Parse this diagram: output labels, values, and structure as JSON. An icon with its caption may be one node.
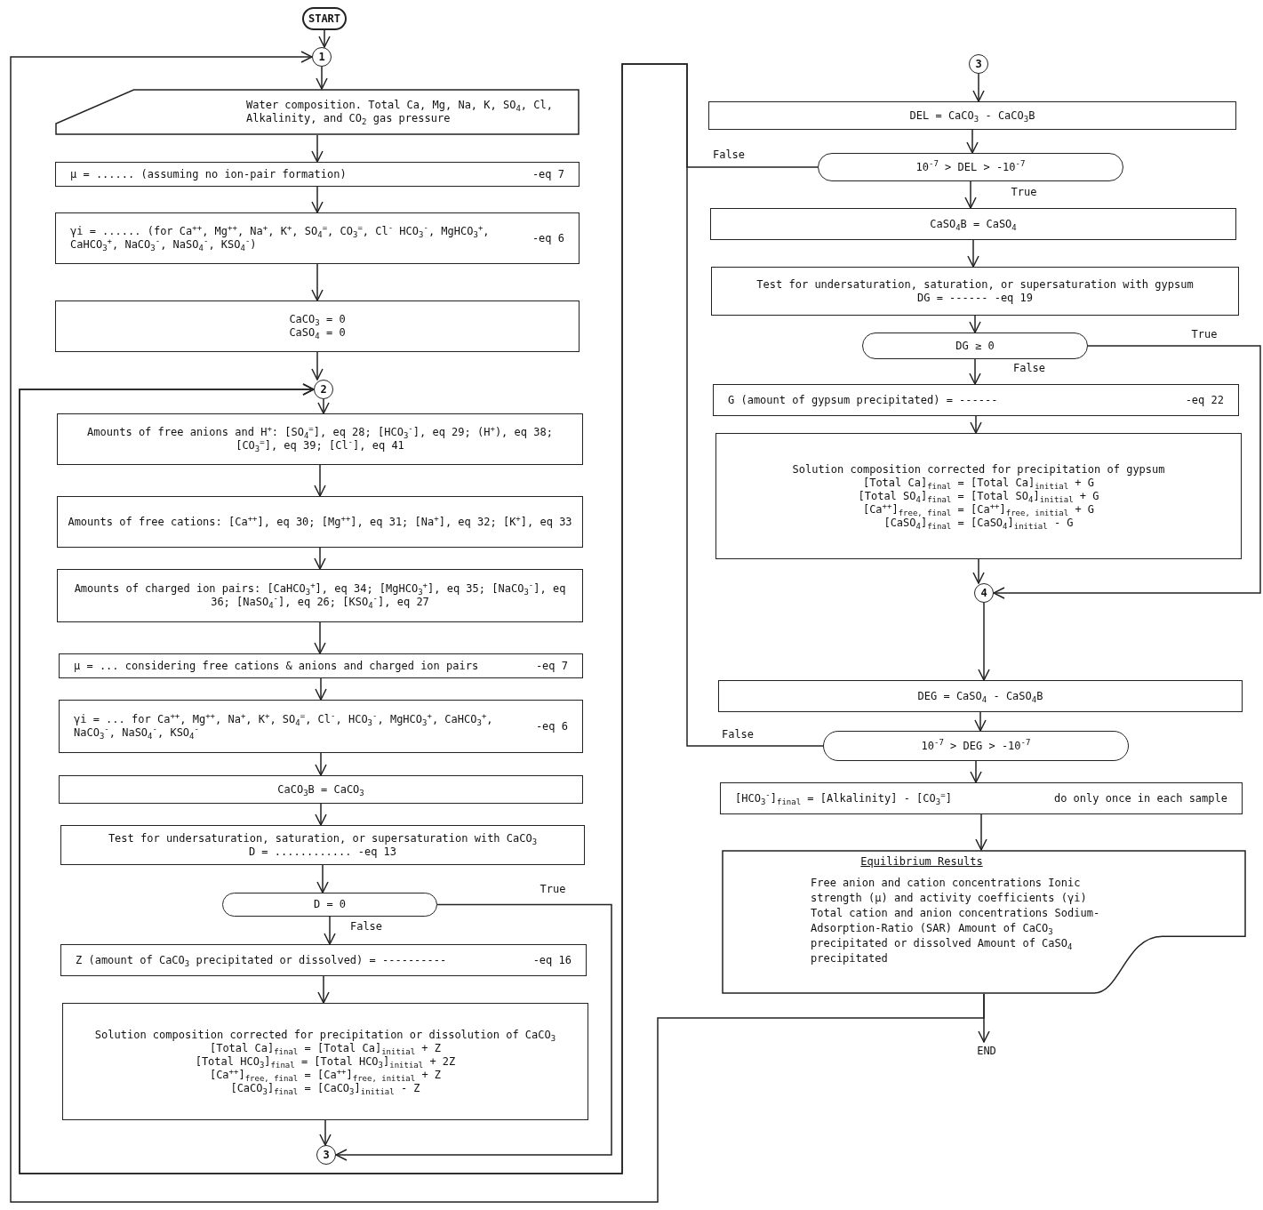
{
  "diagram": {
    "nodes": [
      {
        "text": [
          "START"
        ]
      },
      {
        "text": [
          "1"
        ]
      },
      {
        "text": [
          "Water composition. Total Ca, Mg, Na, K, SO$_{4}$, Cl, Alkalinity, and CO$_{2}$ gas pressure"
        ]
      },
      {
        "text": [
          "μ = ...... (assuming no ion-pair formation)",
          "-eq 7"
        ]
      },
      {
        "text": [
          "γi = ...... (for Ca$^{++}$, Mg$^{++}$, Na$^{+}$, K$^{+}$, SO$_{4}$$^{=}$, CO$_{3}$$^{=}$, Cl$^{-}$ HCO$_{3}$$^{-}$, MgHCO$_{3}$$^{+}$, CaHCO$_{3}$$^{+}$, NaCO$_{3}$$^{-}$, NaSO$_{4}$$^{-}$, KSO$_{4}$$^{-}$)",
          "-eq 6"
        ]
      },
      {
        "text": [
          "CaCO$_{3}$ = 0",
          "CaSO$_{4}$ = 0"
        ]
      },
      {
        "text": [
          "2"
        ]
      },
      {
        "text": [
          "Amounts of free anions and H$^{+}$: [SO$_{4}$$^{=}$], eq 28; [HCO$_{3}$$^{-}$], eq 29; (H$^{+}$), eq 38; [CO$_{3}$$^{=}$], eq 39; [Cl$^{-}$], eq 41"
        ]
      },
      {
        "text": [
          "Amounts of free cations: [Ca$^{++}$], eq 30; [Mg$^{++}$], eq 31; [Na$^{+}$], eq 32; [K$^{+}$], eq 33"
        ]
      },
      {
        "text": [
          "Amounts of charged ion pairs: [CaHCO$_{3}$$^{+}$], eq 34; [MgHCO$_{3}$$^{+}$], eq 35; [NaCO$_{3}$$^{-}$], eq 36; [NaSO$_{4}$$^{-}$], eq 26; [KSO$_{4}$$^{-}$], eq 27"
        ]
      },
      {
        "text": [
          "μ = ... considering free cations & anions and charged ion pairs",
          "-eq 7"
        ]
      },
      {
        "text": [
          "γi = ... for Ca$^{++}$, Mg$^{++}$, Na$^{+}$, K$^{+}$, SO$_{4}$$^{=}$, Cl$^{-}$, HCO$_{3}$$^{-}$, MgHCO$_{3}$$^{+}$, CaHCO$_{3}$$^{+}$, NaCO$_{3}$$^{-}$, NaSO$_{4}$$^{-}$, KSO$_{4}$$^{-}$",
          "-eq 6"
        ]
      },
      {
        "text": [
          "CaCO$_{3}$B = CaCO$_{3}$"
        ]
      },
      {
        "text": [
          "Test for undersaturation, saturation, or supersaturation with CaCO$_{3}$",
          "D = ............ -eq 13"
        ]
      },
      {
        "text": [
          "D = 0"
        ]
      },
      {
        "text": [
          "Z (amount of CaCO$_{3}$ precipitated or dissolved) = ----------",
          "-eq 16"
        ]
      },
      {
        "text": [
          "Solution composition corrected for precipitation or dissolution of CaCO$_{3}$",
          "[Total Ca]$_{final}$ = [Total Ca]$_{initial}$ + Z",
          "[Total HCO$_{3}$]$_{final}$ = [Total HCO$_{3}$]$_{initial}$ + 2Z",
          "[Ca$^{++}$]$_{free, final}$ = [Ca$^{++}$]$_{free, initial}$ + Z",
          "[CaCO$_{3}$]$_{final}$ = [CaCO$_{3}$]$_{initial}$ - Z"
        ]
      },
      {
        "text": [
          "3"
        ]
      },
      {
        "text": [
          "3"
        ]
      },
      {
        "text": [
          "DEL = CaCO$_{3}$ - CaCO$_{3}$B"
        ]
      },
      {
        "text": [
          "10$^{-7}$ > DEL > -10$^{-7}$"
        ]
      },
      {
        "text": [
          "CaSO$_{4}$B = CaSO$_{4}$"
        ]
      },
      {
        "text": [
          "Test for undersaturation, saturation, or supersaturation with gypsum",
          "DG = ------ -eq 19"
        ]
      },
      {
        "text": [
          "DG ≥ 0"
        ]
      },
      {
        "text": [
          "G (amount of gypsum precipitated) = ------",
          "-eq 22"
        ]
      },
      {
        "text": [
          "Solution composition corrected for precipitation of gypsum",
          "[Total Ca]$_{final}$ = [Total Ca]$_{initial}$ + G",
          "[Total SO$_{4}$]$_{final}$ = [Total SO$_{4}$]$_{initial}$ + G",
          "[Ca$^{++}$]$_{free, final}$ = [Ca$^{++}$]$_{free, initial}$ + G",
          "[CaSO$_{4}$]$_{final}$ = [CaSO$_{4}$]$_{initial}$ - G"
        ]
      },
      {
        "text": [
          "4"
        ]
      },
      {
        "text": [
          "DEG = CaSO$_{4}$ - CaSO$_{4}$B"
        ]
      },
      {
        "text": [
          "10$^{-7}$ > DEG > -10$^{-7}$"
        ]
      },
      {
        "text": [
          "[HCO$_{3}$$^{-}$]$_{final}$ = [Alkalinity] - [CO$_{3}$$^{=}$]",
          "do only once in each sample"
        ]
      },
      {
        "text": [
          "Equilibrium Results",
          "Free anion and cation concentrations Ionic strength (μ) and activity coefficients (γi) Total cation and anion concentrations Sodium-Adsorption-Ratio (SAR) Amount of CaCO$_{3}$ precipitated or dissolved Amount of CaSO$_{4}$ precipitated"
        ]
      },
      {
        "text": [
          "END"
        ]
      }
    ],
    "edges": [
      {
        "from": 0,
        "to": 1,
        "arrow": "to"
      },
      {
        "from": 1,
        "to": 2,
        "arrow": "to"
      },
      {
        "from": 2,
        "to": 3,
        "arrow": "to"
      },
      {
        "from": 3,
        "to": 4,
        "arrow": "to"
      },
      {
        "from": 4,
        "to": 5,
        "arrow": "to"
      },
      {
        "from": 5,
        "to": 6,
        "arrow": "to"
      },
      {
        "from": 6,
        "to": 7,
        "arrow": "to"
      },
      {
        "from": 7,
        "to": 8,
        "arrow": "to"
      },
      {
        "from": 8,
        "to": 9,
        "arrow": "to"
      },
      {
        "from": 9,
        "to": 10,
        "arrow": "to"
      },
      {
        "from": 10,
        "to": 11,
        "arrow": "to"
      },
      {
        "from": 11,
        "to": 12,
        "arrow": "to"
      },
      {
        "from": 12,
        "to": 13,
        "arrow": "to"
      },
      {
        "from": 13,
        "to": 14,
        "arrow": "to"
      },
      {
        "from": 14,
        "to": 15,
        "arrow": "to",
        "label": "False"
      },
      {
        "from": 14,
        "to": 17,
        "arrow": "to",
        "label": "True"
      },
      {
        "from": 15,
        "to": 16,
        "arrow": "to"
      },
      {
        "from": 16,
        "to": 17,
        "arrow": "to"
      },
      {
        "from": 18,
        "to": 19,
        "arrow": "to"
      },
      {
        "from": 19,
        "to": 20,
        "arrow": "to"
      },
      {
        "from": 20,
        "to": 6,
        "arrow": "to",
        "label": "False"
      },
      {
        "from": 20,
        "to": 21,
        "arrow": "to",
        "label": "True"
      },
      {
        "from": 21,
        "to": 22,
        "arrow": "to"
      },
      {
        "from": 22,
        "to": 23,
        "arrow": "to"
      },
      {
        "from": 23,
        "to": 26,
        "arrow": "to",
        "label": "True"
      },
      {
        "from": 23,
        "to": 24,
        "arrow": "to",
        "label": "False"
      },
      {
        "from": 24,
        "to": 25,
        "arrow": "to"
      },
      {
        "from": 25,
        "to": 26,
        "arrow": "to"
      },
      {
        "from": 26,
        "to": 27,
        "arrow": "to"
      },
      {
        "from": 27,
        "to": 28,
        "arrow": "to"
      },
      {
        "from": 28,
        "to": 6,
        "arrow": "to",
        "label": "False"
      },
      {
        "from": 28,
        "to": 29,
        "arrow": "to"
      },
      {
        "from": 29,
        "to": 30,
        "arrow": "to"
      },
      {
        "from": 30,
        "to": 31,
        "arrow": "to"
      },
      {
        "from": 30,
        "to": 1,
        "arrow": "to"
      }
    ]
  }
}
